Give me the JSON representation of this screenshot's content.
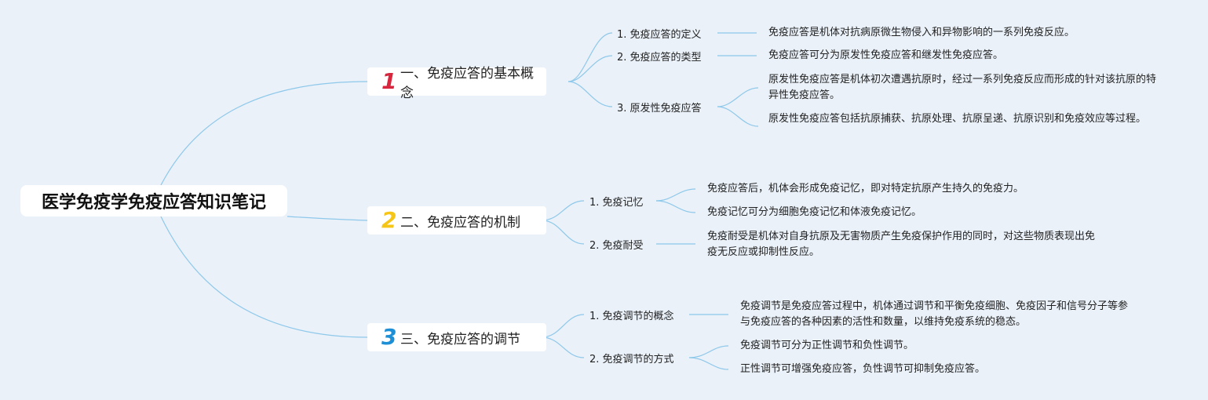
{
  "root": {
    "label": "医学免疫学免疫应答知识笔记"
  },
  "branches": [
    {
      "num": "1",
      "num_color": "#d7263d",
      "label": "一、免疫应答的基本概念",
      "subs": [
        {
          "label": "1. 免疫应答的定义",
          "leaves": [
            "免疫应答是机体对抗病原微生物侵入和异物影响的一系列免疫反应。"
          ]
        },
        {
          "label": "2. 免疫应答的类型",
          "leaves": [
            "免疫应答可分为原发性免疫应答和继发性免疫应答。"
          ]
        },
        {
          "label": "3. 原发性免疫应答",
          "leaves": [
            "原发性免疫应答是机体初次遭遇抗原时，经过一系列免疫反应而形成的针对该抗原的特异性免疫应答。",
            "原发性免疫应答包括抗原捕获、抗原处理、抗原呈递、抗原识别和免疫效应等过程。"
          ]
        }
      ]
    },
    {
      "num": "2",
      "num_color": "#f5c518",
      "label": "二、免疫应答的机制",
      "subs": [
        {
          "label": "1. 免疫记忆",
          "leaves": [
            "免疫应答后，机体会形成免疫记忆，即对特定抗原产生持久的免疫力。",
            "免疫记忆可分为细胞免疫记忆和体液免疫记忆。"
          ]
        },
        {
          "label": "2. 免疫耐受",
          "leaves": [
            "免疫耐受是机体对自身抗原及无害物质产生免疫保护作用的同时，对这些物质表现出免疫无反应或抑制性反应。"
          ]
        }
      ]
    },
    {
      "num": "3",
      "num_color": "#1d8fd6",
      "label": "三、免疫应答的调节",
      "subs": [
        {
          "label": "1. 免疫调节的概念",
          "leaves": [
            "免疫调节是免疫应答过程中，机体通过调节和平衡免疫细胞、免疫因子和信号分子等参与免疫应答的各种因素的活性和数量，以维持免疫系统的稳态。"
          ]
        },
        {
          "label": "2. 免疫调节的方式",
          "leaves": [
            "免疫调节可分为正性调节和负性调节。",
            "正性调节可增强免疫应答，负性调节可抑制免疫应答。"
          ]
        }
      ]
    }
  ]
}
